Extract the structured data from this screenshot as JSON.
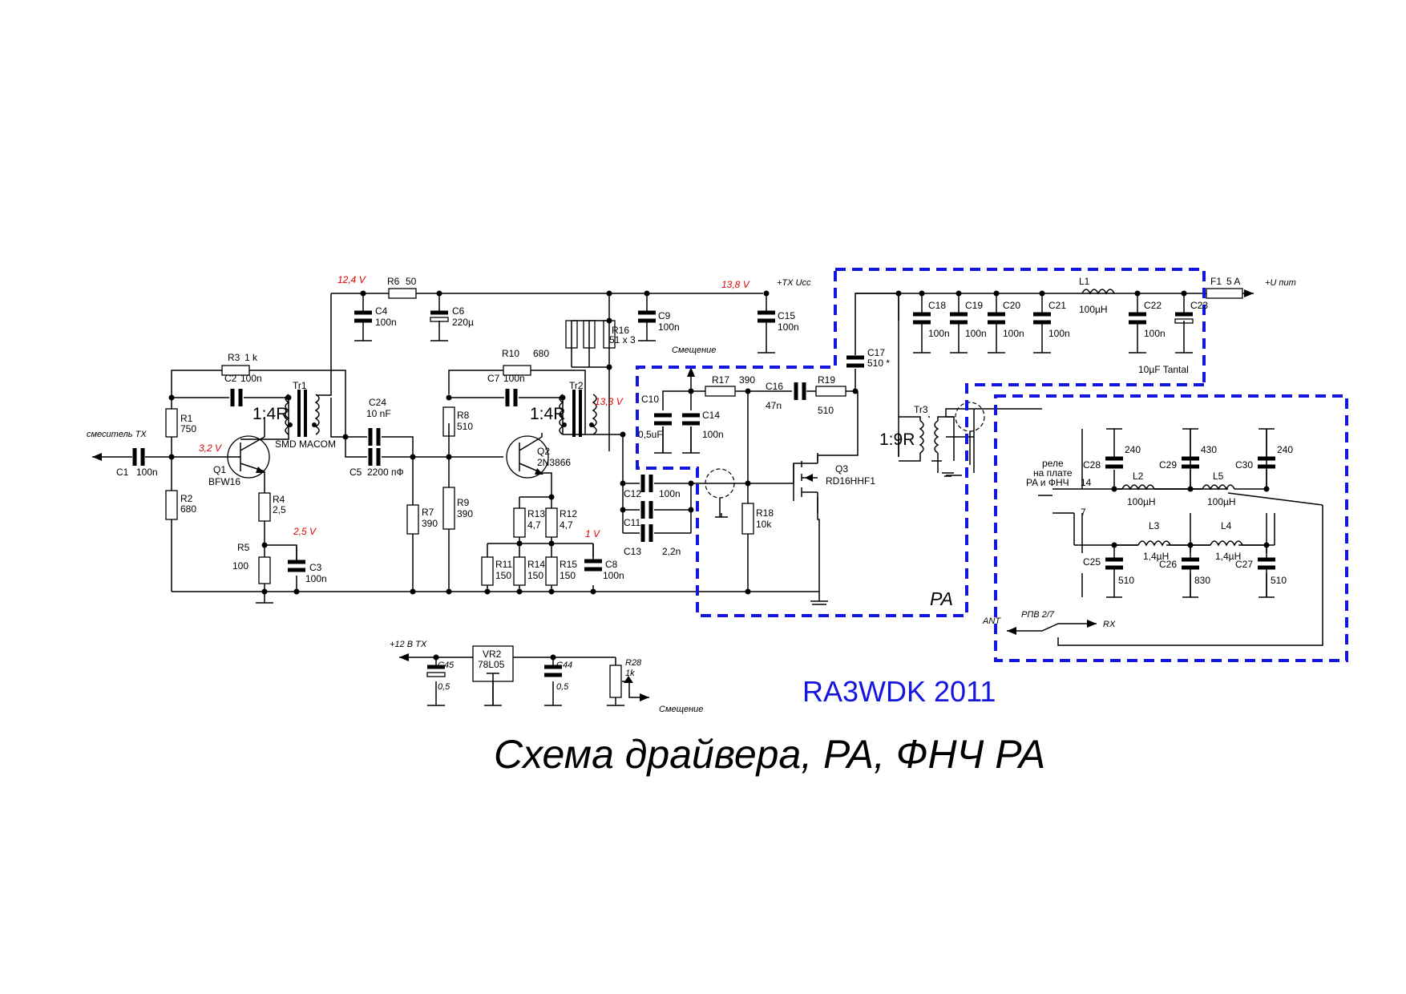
{
  "title": "Схема драйвера, PA, ФНЧ PA",
  "author": "RA3WDK 2011",
  "rails": {
    "tx_ucc": "+TX Ucc",
    "u_pit": "+U пит",
    "plus12_tx": "+12 В TX",
    "bias_in": "Смещение",
    "bias_out": "Смещение",
    "mixer": "смеситель TX"
  },
  "voltages": {
    "v12_4": "12,4 V",
    "v13_8": "13,8 V",
    "v3_2": "3,2 V",
    "v2_5": "2,5 V",
    "v13_3": "13,3 V",
    "v1": "1 V"
  },
  "ratios": {
    "tr1": "1:4R",
    "tr2": "1:4R",
    "tr3": "1:9R"
  },
  "blocks": {
    "pa": "PA",
    "relay_note_1": "реле",
    "relay_note_2": "на плате",
    "relay_note_3": "PA и ФНЧ",
    "relay_pin14": "14",
    "relay_pin7": "7",
    "rpv": "РПВ 2/7",
    "ant": "ANT",
    "rx": "RX"
  },
  "parts": {
    "C1": "C1",
    "C1v": "100n",
    "C2": "C2",
    "C2v": "100n",
    "C3": "C3",
    "C3v": "100n",
    "C4": "C4",
    "C4v": "100n",
    "C5": "C5",
    "C5v": "2200 пФ",
    "C6": "C6",
    "C6v": "220µ",
    "C7": "C7",
    "C7v": "100n",
    "C8": "C8",
    "C8v": "100n",
    "C9": "C9",
    "C9v": "100n",
    "C10": "C10",
    "C10v": "0,5uF",
    "C11": "C11",
    "C12": "C12",
    "C12v": "100n",
    "C13": "C13",
    "C13v": "2,2n",
    "C14": "C14",
    "C14v": "100n",
    "C15": "C15",
    "C15v": "100n",
    "C16": "C16",
    "C16v": "47n",
    "C17": "C17",
    "C17v": "510 *",
    "C18": "C18",
    "C18v": "100n",
    "C19": "C19",
    "C19v": "100n",
    "C20": "C20",
    "C20v": "100n",
    "C21": "C21",
    "C21v": "100n",
    "C22": "C22",
    "C22v": "100n",
    "C23": "C23",
    "C23v": "10µF Tantal",
    "C24": "C24",
    "C24v": "10 nF",
    "C25": "C25",
    "C25v": "510",
    "C26": "C26",
    "C26v": "830",
    "C27": "C27",
    "C27v": "510",
    "C28": "C28",
    "C28v": "240",
    "C29": "C29",
    "C29v": "430",
    "C30": "C30",
    "C30v": "240",
    "C44": "C44",
    "C44v": "0,5",
    "C45": "C45",
    "C45v": "0,5",
    "R1": "R1",
    "R1v": "750",
    "R2": "R2",
    "R2v": "680",
    "R3": "R3",
    "R3v": "1 k",
    "R4": "R4",
    "R4v": "2,5",
    "R5": "R5",
    "R5v": "100",
    "R6": "R6",
    "R6v": "50",
    "R7": "R7",
    "R7v": "390",
    "R8": "R8",
    "R8v": "510",
    "R9": "R9",
    "R9v": "390",
    "R10": "R10",
    "R10v": "680",
    "R11": "R11",
    "R11v": "150",
    "R12": "R12",
    "R12v": "4,7",
    "R13": "R13",
    "R13v": "4,7",
    "R14": "R14",
    "R14v": "150",
    "R15": "R15",
    "R15v": "150",
    "R16": "R16",
    "R16v": "51 x 3",
    "R17": "R17",
    "R17v": "390",
    "R18": "R18",
    "R18v": "10k",
    "R19": "R19",
    "R19v": "510",
    "R28": "R28",
    "R28v": "1k",
    "L1": "L1",
    "L1v": "100µH",
    "L2": "L2",
    "L2v": "100µH",
    "L3": "L3",
    "L3v": "1,4µH",
    "L4": "L4",
    "L4v": "1,4µH",
    "L5": "L5",
    "L5v": "100µH",
    "F1": "F1",
    "F1v": "5 A",
    "Q1": "Q1",
    "Q1v": "BFW16",
    "Q2": "Q2",
    "Q2v": "2N3866",
    "Q3": "Q3",
    "Q3v": "RD16HHF1",
    "Tr1": "Tr1",
    "Tr1v": "SMD MACOM",
    "Tr2": "Tr2",
    "Tr3": "Tr3",
    "VR2": "VR2",
    "VR2v": "78L05"
  }
}
